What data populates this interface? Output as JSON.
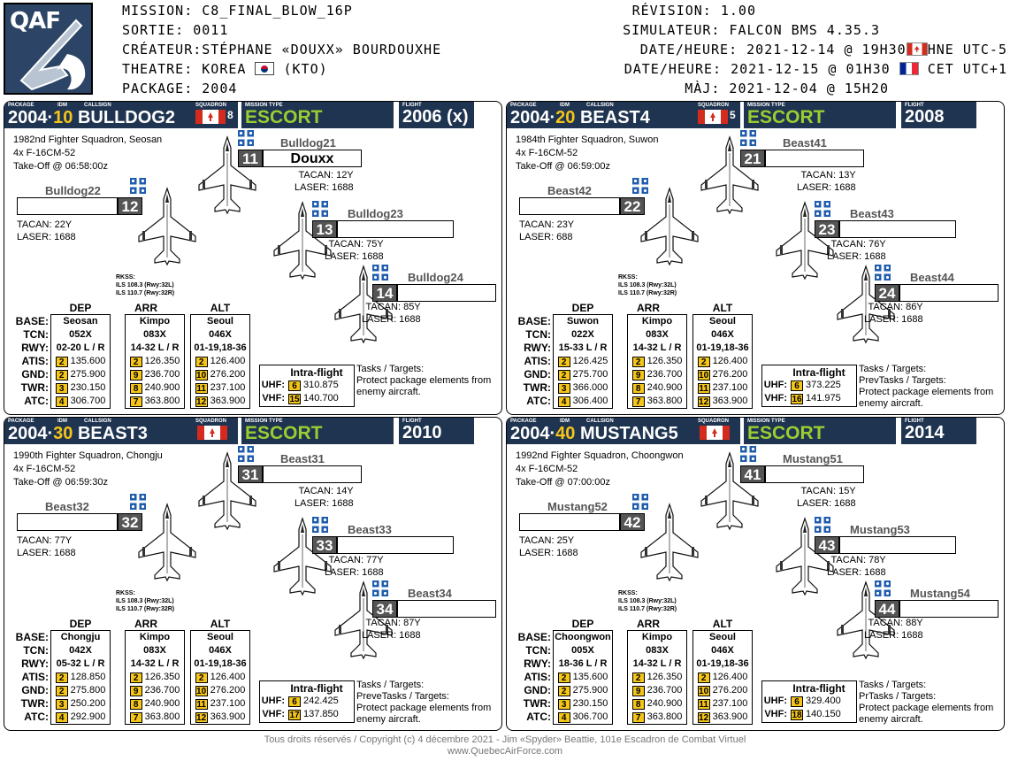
{
  "header": {
    "logo_text": "QAF",
    "mission": "MISSION: C8_FINAL_BLOW_16P",
    "sortie": "SORTIE:  0011",
    "createur": "CRÉATEUR:STÉPHANE «DOUXX» BOURDOUXHE",
    "theatre_a": "THEATRE: KOREA",
    "theatre_b": "(KTO)",
    "package": "PACKAGE: 2004",
    "revision": "RÉVISION: 1.00",
    "simulateur": "SIMULATEUR: FALCON BMS 4.35.3",
    "dateheure1_a": "DATE/HEURE: 2021-12-14 @ 19H30",
    "dateheure1_b": "HNE UTC-5",
    "dateheure2_a": "DATE/HEURE: 2021-12-15 @ 01H30",
    "dateheure2_b": "CET UTC+1",
    "maj": "MÀJ: 2021-12-04 @ 15H20"
  },
  "bar_labels": {
    "package": "PACKAGE",
    "idm": "IDM",
    "callsign": "CALLSIGN",
    "squadron": "SQUADRON",
    "mission_type": "MISSION TYPE",
    "flight": "FLIGHT"
  },
  "labels": {
    "dep": "DEP",
    "arr": "ARR",
    "alt": "ALT",
    "base": "BASE:",
    "tcn": "TCN:",
    "rwy": "RWY:",
    "atis": "ATIS:",
    "gnd": "GND:",
    "twr": "TWR:",
    "atc": "ATC:",
    "rks": "RKSS:",
    "ils1": "ILS 108.3 (Rwy:32L)",
    "ils2": "ILS 110.7 (Rwy:32R)",
    "intra": "Intra-flight",
    "uhf": "UHF:",
    "vhf": "VHF:"
  },
  "arr_field": {
    "base": "Kimpo",
    "tcn": "083X",
    "rwy": "14-32 L / R",
    "atis": [
      "2",
      "126.350"
    ],
    "gnd": [
      "9",
      "236.700"
    ],
    "twr": [
      "8",
      "240.900"
    ],
    "atc": [
      "7",
      "363.800"
    ]
  },
  "alt_field": {
    "base": "Seoul",
    "tcn": "046X",
    "rwy": "01-19,18-36",
    "atis": [
      "2",
      "126.400"
    ],
    "gnd": [
      "10",
      "276.200"
    ],
    "twr": [
      "11",
      "237.100"
    ],
    "atc": [
      "12",
      "363.900"
    ]
  },
  "flights": [
    {
      "package": "2004",
      "idm": "10",
      "callsign": "BULLDOG2",
      "squadron_num": "8",
      "mission_type": "ESCORT",
      "flight": "2006 (x)",
      "squadron": "1982nd Fighter Squadron, Seosan",
      "aircraft": "4x F-16CM-52",
      "takeoff": "Take-Off @ 06:58:00z",
      "pilots": [
        {
          "num": "11",
          "callsign": "Bulldog21",
          "name": "Douxx",
          "tacan": "TACAN: 12Y",
          "laser": "LASER: 1688"
        },
        {
          "num": "12",
          "callsign": "Bulldog22",
          "name": "",
          "tacan": "TACAN: 22Y",
          "laser": "LASER: 1688"
        },
        {
          "num": "13",
          "callsign": "Bulldog23",
          "name": "",
          "tacan": "TACAN: 75Y",
          "laser": "LASER: 1688"
        },
        {
          "num": "14",
          "callsign": "Bulldog24",
          "name": "",
          "tacan": "TACAN: 85Y",
          "laser": "LASER: 1688"
        }
      ],
      "dep": {
        "base": "Seosan",
        "tcn": "052X",
        "rwy": "02-20 L / R",
        "atis": [
          "2",
          "135.600"
        ],
        "gnd": [
          "2",
          "275.900"
        ],
        "twr": [
          "3",
          "230.150"
        ],
        "atc": [
          "4",
          "306.700"
        ]
      },
      "uhf": [
        "6",
        "310.875"
      ],
      "vhf": [
        "15",
        "140.700"
      ],
      "tasks": [
        "Tasks / Targets:",
        "Protect package elements from",
        "enemy aircraft."
      ]
    },
    {
      "package": "2004",
      "idm": "20",
      "callsign": "BEAST4",
      "squadron_num": "5",
      "mission_type": "ESCORT",
      "flight": "2008",
      "squadron": "1984th Fighter Squadron, Suwon",
      "aircraft": "4x F-16CM-52",
      "takeoff": "Take-Off @ 06:59:00z",
      "pilots": [
        {
          "num": "21",
          "callsign": "Beast41",
          "name": "",
          "tacan": "TACAN: 13Y",
          "laser": "LASER: 1688"
        },
        {
          "num": "22",
          "callsign": "Beast42",
          "name": "",
          "tacan": "TACAN: 23Y",
          "laser": "LASER: 688"
        },
        {
          "num": "23",
          "callsign": "Beast43",
          "name": "",
          "tacan": "TACAN: 76Y",
          "laser": "LASER: 1688"
        },
        {
          "num": "24",
          "callsign": "Beast44",
          "name": "",
          "tacan": "TACAN: 86Y",
          "laser": "LASER: 1688"
        }
      ],
      "dep": {
        "base": "Suwon",
        "tcn": "022X",
        "rwy": "15-33 L / R",
        "atis": [
          "2",
          "126.425"
        ],
        "gnd": [
          "2",
          "275.700"
        ],
        "twr": [
          "3",
          "366.000"
        ],
        "atc": [
          "4",
          "306.400"
        ]
      },
      "uhf": [
        "6",
        "373.225"
      ],
      "vhf": [
        "16",
        "141.975"
      ],
      "tasks": [
        "Tasks / Targets:",
        "PrevTasks / Targets:",
        "Protect package elements from",
        "enemy aircraft."
      ]
    },
    {
      "package": "2004",
      "idm": "30",
      "callsign": "BEAST3",
      "squadron_num": "",
      "mission_type": "ESCORT",
      "flight": "2010",
      "squadron": "1990th Fighter Squadron, Chongju",
      "aircraft": "4x F-16CM-52",
      "takeoff": "Take-Off @ 06:59:30z",
      "pilots": [
        {
          "num": "31",
          "callsign": "Beast31",
          "name": "",
          "tacan": "TACAN: 14Y",
          "laser": "LASER: 1688"
        },
        {
          "num": "32",
          "callsign": "Beast32",
          "name": "",
          "tacan": "TACAN: 77Y",
          "laser": "LASER: 1688"
        },
        {
          "num": "33",
          "callsign": "Beast33",
          "name": "",
          "tacan": "TACAN: 77Y",
          "laser": "LASER: 1688"
        },
        {
          "num": "34",
          "callsign": "Beast34",
          "name": "",
          "tacan": "TACAN: 87Y",
          "laser": "LASER: 1688"
        }
      ],
      "dep": {
        "base": "Chongju",
        "tcn": "042X",
        "rwy": "05-32 L / R",
        "atis": [
          "2",
          "128.850"
        ],
        "gnd": [
          "2",
          "275.800"
        ],
        "twr": [
          "3",
          "250.200"
        ],
        "atc": [
          "4",
          "292.900"
        ]
      },
      "uhf": [
        "6",
        "242.425"
      ],
      "vhf": [
        "17",
        "137.850"
      ],
      "tasks": [
        "Tasks / Targets:",
        "PreveTasks / Targets:",
        "Protect package elements from",
        "enemy aircraft."
      ]
    },
    {
      "package": "2004",
      "idm": "40",
      "callsign": "MUSTANG5",
      "squadron_num": "",
      "mission_type": "ESCORT",
      "flight": "2014",
      "squadron": "1992nd Fighter Squadron, Choongwon",
      "aircraft": "4x F-16CM-52",
      "takeoff": "Take-Off @ 07:00:00z",
      "pilots": [
        {
          "num": "41",
          "callsign": "Mustang51",
          "name": "",
          "tacan": "TACAN: 15Y",
          "laser": "LASER: 1688"
        },
        {
          "num": "42",
          "callsign": "Mustang52",
          "name": "",
          "tacan": "TACAN: 25Y",
          "laser": "LASER: 1688"
        },
        {
          "num": "43",
          "callsign": "Mustang53",
          "name": "",
          "tacan": "TACAN: 78Y",
          "laser": "LASER: 1688"
        },
        {
          "num": "44",
          "callsign": "Mustang54",
          "name": "",
          "tacan": "TACAN: 88Y",
          "laser": "LASER: 1688"
        }
      ],
      "dep": {
        "base": "Choongwon",
        "tcn": "005X",
        "rwy": "18-36 L / R",
        "atis": [
          "2",
          "135.600"
        ],
        "gnd": [
          "2",
          "275.900"
        ],
        "twr": [
          "3",
          "230.150"
        ],
        "atc": [
          "4",
          "306.700"
        ]
      },
      "uhf": [
        "6",
        "329.400"
      ],
      "vhf": [
        "18",
        "140.150"
      ],
      "tasks": [
        "Tasks / Targets:",
        "PrTasks / Targets:",
        "Protect package elements from",
        "enemy aircraft."
      ]
    }
  ],
  "footer": {
    "line1": "Tous droits réservés / Copyright (c) 4 décembre 2021 - Jim «Spyder» Beattie, 101e Escadron de Combat Virtuel",
    "line2": "www.QuebecAirForce.com"
  },
  "colors": {
    "bar": "#1f3450",
    "idm": "#f5c518",
    "mission": "#9acd32",
    "number_box": "#555555",
    "channel": "#f5c518"
  }
}
